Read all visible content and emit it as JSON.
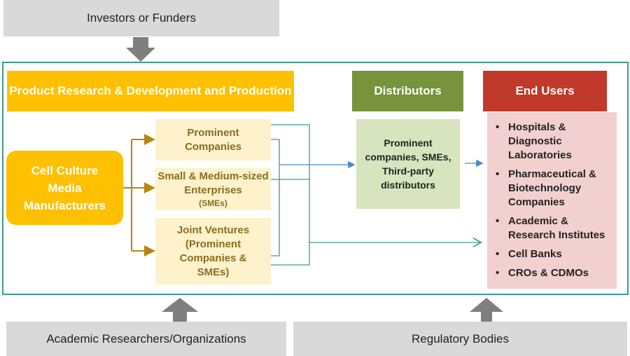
{
  "top_box": "Investors or Funders",
  "bottom_left_box": "Academic Researchers/Organizations",
  "bottom_right_box": "Regulatory Bodies",
  "headers": {
    "rd": "Product Research & Development and Production",
    "distributors": "Distributors",
    "end_users": "End Users"
  },
  "manufacturer": "Cell Culture\nMedia\nManufacturers",
  "segments": {
    "prominent": "Prominent Companies",
    "sme_main": "Small & Medium-sized Enterprises",
    "sme_abbr": "(SMEs)",
    "joint": "Joint Ventures (Prominent Companies & SMEs)"
  },
  "distributor_desc": "Prominent companies, SMEs, Third-party distributors",
  "end_users_list": [
    "Hospitals & Diagnostic Laboratories",
    "Pharmaceutical & Biotechnology Companies",
    "Academic & Research Institutes",
    "Cell Banks",
    "CROs & CDMOs"
  ],
  "colors": {
    "frame": "#3a9c8a",
    "rd_header": "#ffc000",
    "distributors_header": "#77933c",
    "end_users_header": "#c0392b",
    "arrow_grey": "#7f7f7f",
    "connector_blue": "#4a86c8",
    "connector_brown": "#b8860b"
  }
}
